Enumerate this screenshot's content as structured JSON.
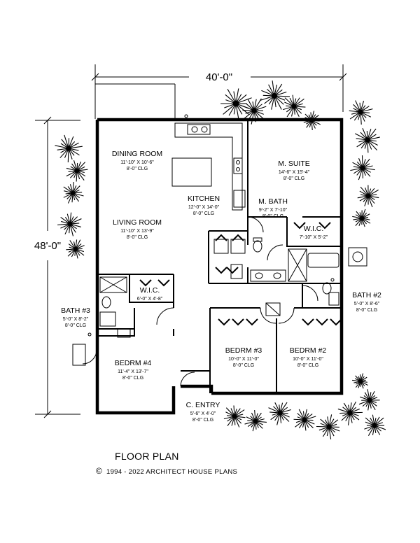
{
  "plan": {
    "dim_width": "40'-0\"",
    "dim_depth": "48'-0\"",
    "title": "FLOOR PLAN",
    "copyright_symbol": "©",
    "copyright_text": "1994 - 2022 ARCHITECT HOUSE PLANS"
  },
  "rooms": {
    "dining": {
      "name": "DINING ROOM",
      "size": "11'-10\" X 10'-6\"",
      "clg": "8'-0\" CLG"
    },
    "kitchen": {
      "name": "KITCHEN",
      "size": "12'-0\" X 14'-0\"",
      "clg": "8'-0\" CLG"
    },
    "suite": {
      "name": "M. SUITE",
      "size": "14'-6\" X 15'-4\"",
      "clg": "8'-0\" CLG"
    },
    "mbath": {
      "name": "M. BATH",
      "size": "9'-2\" X 7'-10\"",
      "clg": "8'-0\" CLG"
    },
    "living": {
      "name": "LIVING ROOM",
      "size": "11'-10\" X 13'-9\"",
      "clg": "8'-0\" CLG"
    },
    "wic_master": {
      "name": "W.I.C.",
      "size": "7'-10\" X 5'-2\""
    },
    "wic_left": {
      "name": "W.I.C.",
      "size": "6'-0\" X 4'-8\""
    },
    "bath3": {
      "name": "BATH #3",
      "size": "5'-0\" X 8'-2\"",
      "clg": "8'-0\" CLG"
    },
    "bath2": {
      "name": "BATH #2",
      "size": "5'-0\" X 8'-6\"",
      "clg": "8'-0\" CLG"
    },
    "bed4": {
      "name": "BEDRM #4",
      "size": "11'-4\" X 13'-7\"",
      "clg": "8'-0\" CLG"
    },
    "bed3": {
      "name": "BEDRM #3",
      "size": "10'-0\" X 11'-0\"",
      "clg": "8'-0\" CLG"
    },
    "bed2": {
      "name": "BEDRM #2",
      "size": "10'-0\" X 11'-0\"",
      "clg": "8'-0\" CLG"
    },
    "entry": {
      "name": "C. ENTRY",
      "size": "5'-6\" X 4'-0\"",
      "clg": "8'-0\" CLG"
    }
  }
}
